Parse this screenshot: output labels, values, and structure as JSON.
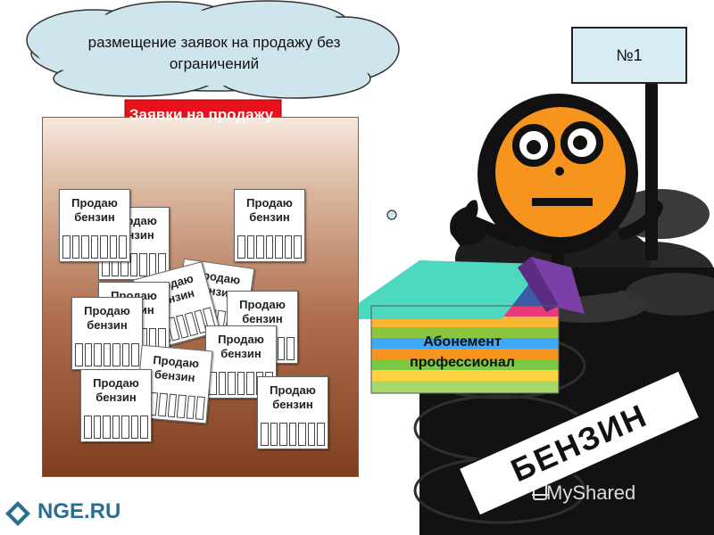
{
  "thought": {
    "text": "размещение заявок на продажу без ограничений"
  },
  "board": {
    "ribbon_label": "Заявки на продажу",
    "ads": [
      {
        "title": "Продаю бензин"
      },
      {
        "title": "Продаю бензин"
      },
      {
        "title": "Продаю бензин"
      },
      {
        "title": "Продаю бензин"
      },
      {
        "title": "Продаю бензин"
      },
      {
        "title": "Продаю бензин"
      },
      {
        "title": "Продаю бензин"
      },
      {
        "title": "Продаю бензин"
      },
      {
        "title": "Продаю бензин"
      },
      {
        "title": "Продаю бензин"
      },
      {
        "title": "Продаю бензин"
      },
      {
        "title": "Продаю бензин"
      }
    ]
  },
  "box": {
    "label": "Абонемент профессионал"
  },
  "sign": {
    "label": "№1"
  },
  "barrel": {
    "label": "БЕНЗИН"
  },
  "footer": {
    "logo": "NGE.RU",
    "watermark": "MyShared"
  },
  "colors": {
    "ribbon": "#e8101a",
    "board_top": "#f7e9de",
    "board_bottom": "#7f3f1f",
    "face": "#f7941d",
    "cloud": "#cfe5ee",
    "sign": "#d8ecf3",
    "logo": "#2a6f8f"
  }
}
